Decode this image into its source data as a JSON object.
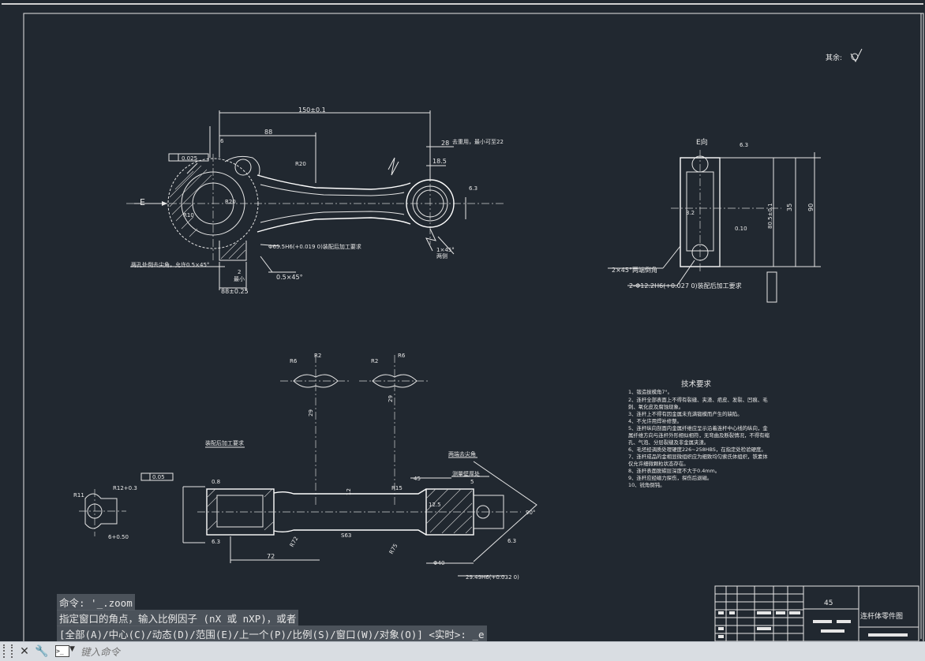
{
  "command_history": [
    "命令: '_.zoom",
    "指定窗口的角点，输入比例因子 (nX 或 nXP)，或者",
    "[全部(A)/中心(C)/动态(D)/范围(E)/上一个(P)/比例(S)/窗口(W)/对象(O)] <实时>: _e"
  ],
  "command_input": {
    "placeholder": "键入命令",
    "value": ""
  },
  "command_bar_icons": [
    "close-icon",
    "wrench-icon",
    "terminal-icon",
    "dropdown-icon"
  ],
  "drawing": {
    "roughness_note": "其余:",
    "view_label": "E向",
    "arrow_label": "E",
    "dims_top": [
      "150±0.1",
      "88",
      "28",
      "18.5",
      "6",
      "6.3",
      "0.025",
      "R20",
      "R10",
      "R20",
      "2",
      "最小",
      "88±0.25",
      "Φ65.5H6(+0.019 0)装配后加工要求",
      "两孔处倒去尖角，允许0.5×45°",
      "0.5×45°",
      "1×45°",
      "两侧",
      "去重用，最小可至22"
    ],
    "dims_right": [
      "2×45°两端倒角",
      "2-Φ12.2H6(+0.027 0)装配后加工要求",
      "35",
      "90",
      "80.5±0.1",
      "6.3",
      "3.2",
      "0.10"
    ],
    "dims_bottom": [
      "R2",
      "R6",
      "R2",
      "R6",
      "29",
      "29",
      "R11",
      "R12+0.3",
      "6+0.50",
      "装配后加工要求",
      "0.05",
      "6.3",
      "0.8",
      "12",
      "R15",
      "45",
      "5",
      "测量壁厚处",
      "两端去尖角",
      "12.5",
      "R72",
      "R75",
      "72",
      "Φ40",
      "6.3",
      "29.49H6(+0.032 0)",
      "S63",
      "90°"
    ],
    "tech_title": "技术要求",
    "tech_items": [
      "1、锻造拔模角7°。",
      "2、连杆全部表面上不得有裂缝、夹渣、疤皮、发裂、凹痕、毛",
      "刺、氧化皮及腐蚀现象。",
      "3、连杆上不得有因金属未充满锻模而产生的缺陷。",
      "4、不允许用焊补修整。",
      "5、连杆纵向剖面内金属纤维应呈示沿着连杆中心线的纵向，金",
      "属纤维方向与连杆外形相似相符，无弯曲及断裂情况，不得有缩",
      "孔、气泡、分层裂缝及非金属夹渣。",
      "6、毛坯经调质处理硬度226~258HBS，在指定处检验硬度。",
      "7、连杆成品的金相显微组织应为细致均匀索氏体组织，铁素体",
      "仅允许细微颗粒状态存在。",
      "8、连杆表面脱碳层深度不大于0.4mm。",
      "9、连杆应经磁力探伤，探伤后退磁。",
      "10、锐角倒钝。"
    ],
    "title_block": {
      "material": "45",
      "drawing_name": "连杆体零件图"
    }
  },
  "colors": {
    "background": "#212830",
    "lines": "#e6e6e6",
    "command_bar": "#d9dde2"
  }
}
